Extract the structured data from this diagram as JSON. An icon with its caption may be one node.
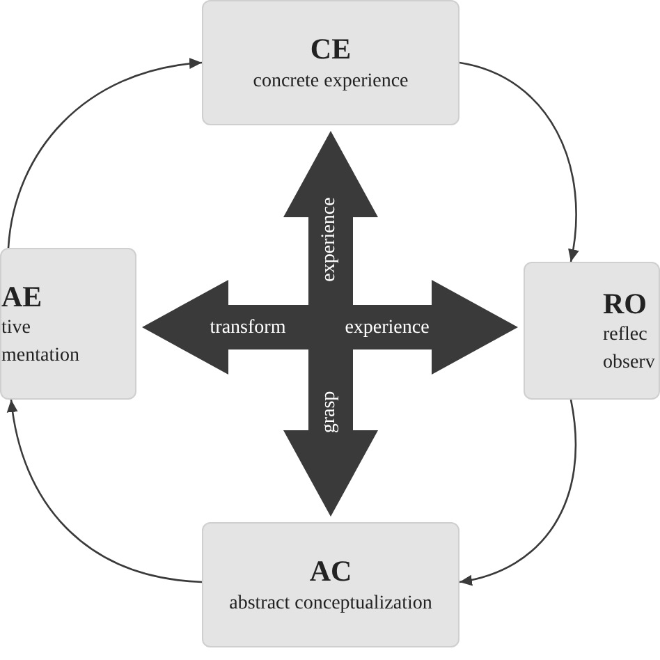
{
  "diagram": {
    "nodes": [
      {
        "text": [
          "CE",
          "concrete experience"
        ]
      },
      {
        "text": [
          "AE",
          "tive mentation"
        ]
      },
      {
        "text": [
          "RO",
          "reflec observ"
        ]
      },
      {
        "text": [
          "AC",
          "abstract conceptualization"
        ]
      }
    ],
    "edges": [
      {
        "from": 1,
        "to": 0,
        "arrow": "to"
      },
      {
        "from": 0,
        "to": 2,
        "arrow": "to"
      },
      {
        "from": 2,
        "to": 3,
        "arrow": "to"
      },
      {
        "from": 3,
        "to": 1,
        "arrow": "to"
      },
      {
        "from": 1,
        "to": 2,
        "arrow": "both",
        "style": "thick"
      },
      {
        "from": 0,
        "to": 3,
        "arrow": "both",
        "style": "thick"
      }
    ],
    "labels": [
      "transform",
      "experience",
      "experience",
      "grasp"
    ]
  }
}
